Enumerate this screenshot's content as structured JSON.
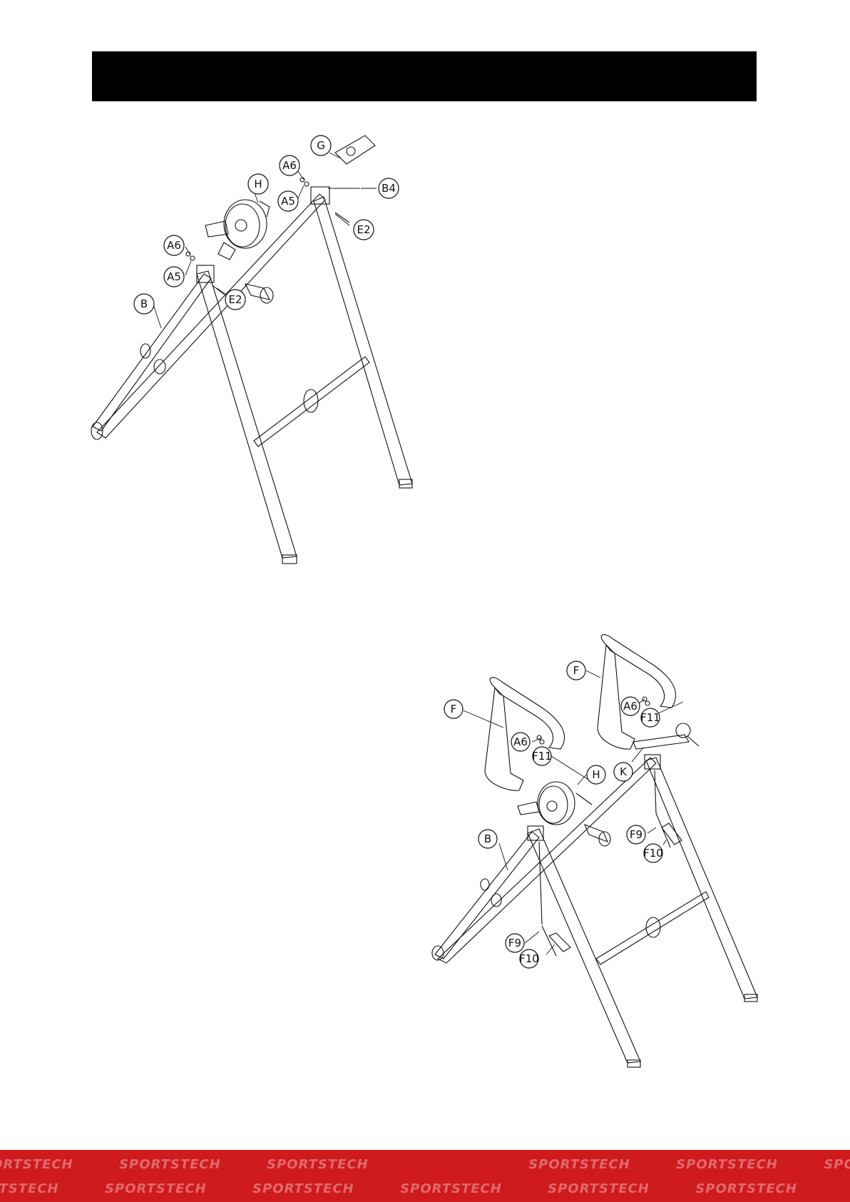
{
  "brand": {
    "name": "SPORTSTECH",
    "header_color": "#000000",
    "footer_color": "#cf1a1e"
  },
  "figure1": {
    "callouts": {
      "G": "G",
      "A6_top": "A6",
      "A5_top": "A5",
      "B4": "B4",
      "H": "H",
      "E2_right": "E2",
      "A6_left": "A6",
      "A5_left": "A5",
      "E2_left": "E2",
      "B": "B"
    }
  },
  "figure2": {
    "callouts": {
      "F_right": "F",
      "A6_right": "A6",
      "F11_right": "F11",
      "F_left": "F",
      "A6_left": "A6",
      "F11_left": "F11",
      "H": "H",
      "K": "K",
      "B": "B",
      "F9_right": "F9",
      "F10_right": "F10",
      "F9_left": "F9",
      "F10_left": "F10"
    }
  }
}
